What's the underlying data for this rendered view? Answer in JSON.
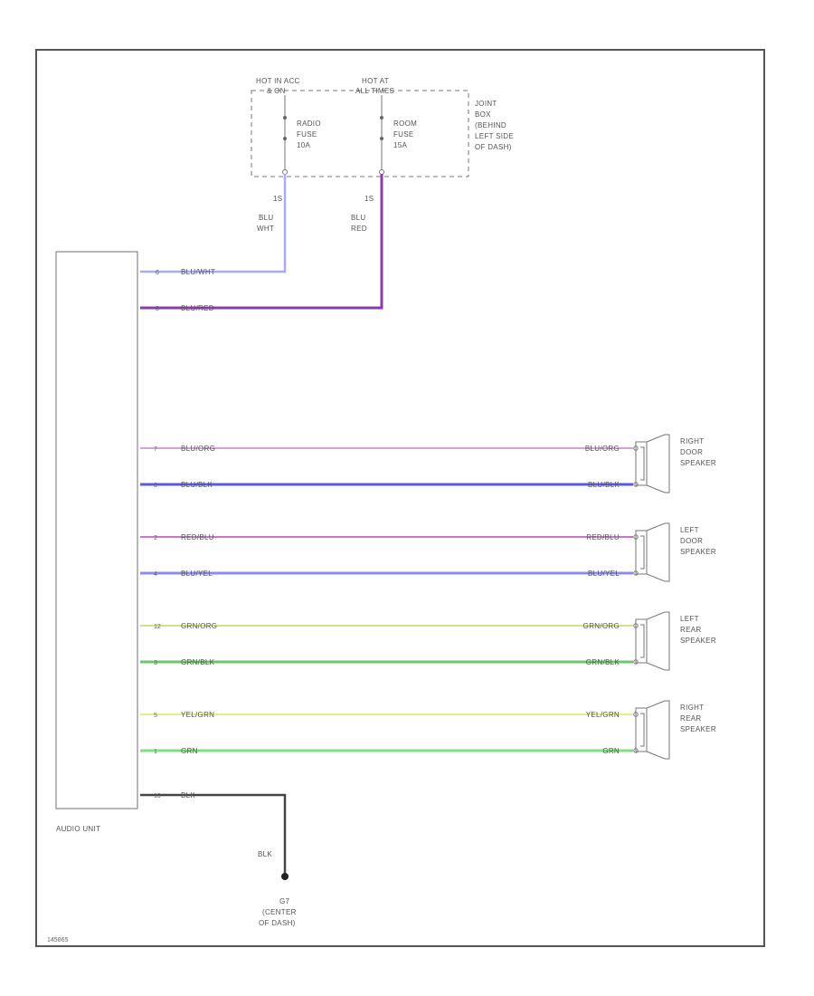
{
  "fuse_box": {
    "radio_hot_label": [
      "HOT IN ACC",
      "& ON"
    ],
    "room_hot_label": [
      "HOT AT",
      "ALL TIMES"
    ],
    "radio_fuse": [
      "RADIO",
      "FUSE",
      "10A"
    ],
    "room_fuse": [
      "ROOM",
      "FUSE",
      "15A"
    ],
    "junction_label": [
      "JOINT",
      "BOX",
      "(BEHIND",
      "LEFT SIDE",
      "OF DASH)"
    ]
  },
  "feed_wires": [
    {
      "pin": "1S",
      "color_label": [
        "BLU",
        "WHT"
      ],
      "color": "#a9a9ff",
      "unit_pin": "6",
      "unit_label": "BLU/WHT"
    },
    {
      "pin": "1S",
      "color_label": [
        "BLU",
        "RED"
      ],
      "color": "#8a3ca8",
      "unit_pin": "8",
      "unit_label": "BLU/RED"
    }
  ],
  "audio_unit": {
    "label": "AUDIO UNIT"
  },
  "speakers": [
    {
      "name": [
        "RIGHT",
        "DOOR",
        "SPEAKER"
      ],
      "wires": [
        {
          "pin": "7",
          "label": "BLU/ORG",
          "end_label": "BLU/ORG",
          "color": "#d8a0d8"
        },
        {
          "pin": "8",
          "label": "BLU/BLK",
          "end_label": "BLU/BLK",
          "color": "#5a5ae6"
        }
      ]
    },
    {
      "name": [
        "LEFT",
        "DOOR",
        "SPEAKER"
      ],
      "wires": [
        {
          "pin": "2",
          "label": "RED/BLU",
          "end_label": "RED/BLU",
          "color": "#c878c8"
        },
        {
          "pin": "4",
          "label": "BLU/YEL",
          "end_label": "BLU/YEL",
          "color": "#8c8cf0"
        }
      ]
    },
    {
      "name": [
        "LEFT",
        "REAR",
        "SPEAKER"
      ],
      "wires": [
        {
          "pin": "12",
          "label": "GRN/ORG",
          "end_label": "GRN/ORG",
          "color": "#d4e08a"
        },
        {
          "pin": "3",
          "label": "GRN/BLK",
          "end_label": "GRN/BLK",
          "color": "#6cc86c"
        }
      ]
    },
    {
      "name": [
        "RIGHT",
        "REAR",
        "SPEAKER"
      ],
      "wires": [
        {
          "pin": "5",
          "label": "YEL/GRN",
          "end_label": "YEL/GRN",
          "color": "#e0f08a"
        },
        {
          "pin": "1",
          "label": "GRN",
          "end_label": "GRN",
          "color": "#7ee07e"
        }
      ]
    }
  ],
  "ground": {
    "pin": "10",
    "wire_label": "BLK",
    "drop_label": "BLK",
    "ground_name": [
      "G7",
      "(CENTER",
      "OF DASH)"
    ],
    "color": "#444444"
  },
  "figure_id": "145865"
}
